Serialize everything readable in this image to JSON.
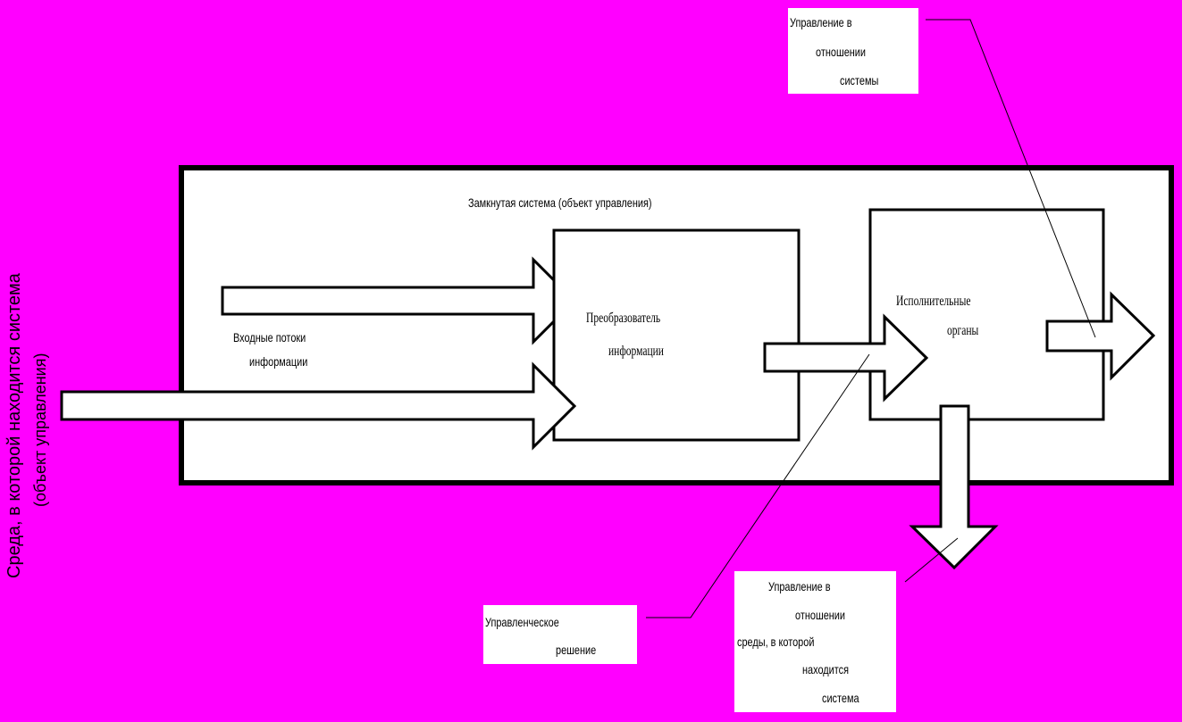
{
  "colors": {
    "background": "#FF00FF",
    "box_fill": "#FFFFFF",
    "stroke": "#000000"
  },
  "environment_label": {
    "line1": "Среда, в которой находится система",
    "line2": "(объект управления)"
  },
  "closed_system": {
    "title": "Замкнутая система (объект управления)"
  },
  "input_flows": {
    "line1": "Входные потоки",
    "line2": "информации"
  },
  "converter": {
    "line1": "Преобразователь",
    "line2": "информации"
  },
  "executive": {
    "line1": "Исполнительные",
    "line2": "органы"
  },
  "callout_system": {
    "line1": "Управление в",
    "line2": "отношении",
    "line3": "системы"
  },
  "callout_decision": {
    "line1": "Управленческое",
    "line2": "решение"
  },
  "callout_environment": {
    "line1": "Управление в",
    "line2": "отношении",
    "line3": "среды, в которой",
    "line4": "находится",
    "line5": "система"
  }
}
